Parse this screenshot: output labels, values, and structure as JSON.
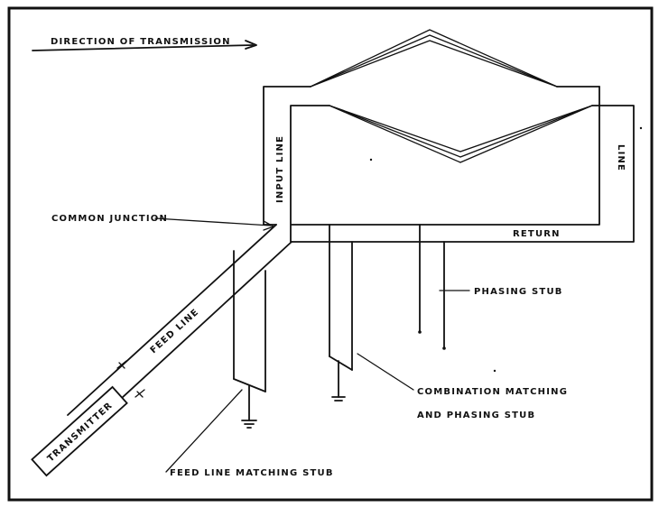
{
  "labels": {
    "direction": "DIRECTION OF TRANSMISSION",
    "input_line": "INPUT LINE",
    "line": "LINE",
    "return": "RETURN",
    "common_junction": "COMMON JUNCTION",
    "feed_line": "FEED LINE",
    "transmitter": "TRANSMITTER",
    "phasing_stub": "PHASING STUB",
    "combination_line1": "COMBINATION MATCHING",
    "combination_line2": "AND PHASING STUB",
    "feed_line_matching_stub": "FEED LINE MATCHING STUB"
  },
  "colors": {
    "ink": "#111111",
    "paper": "#ffffff"
  }
}
